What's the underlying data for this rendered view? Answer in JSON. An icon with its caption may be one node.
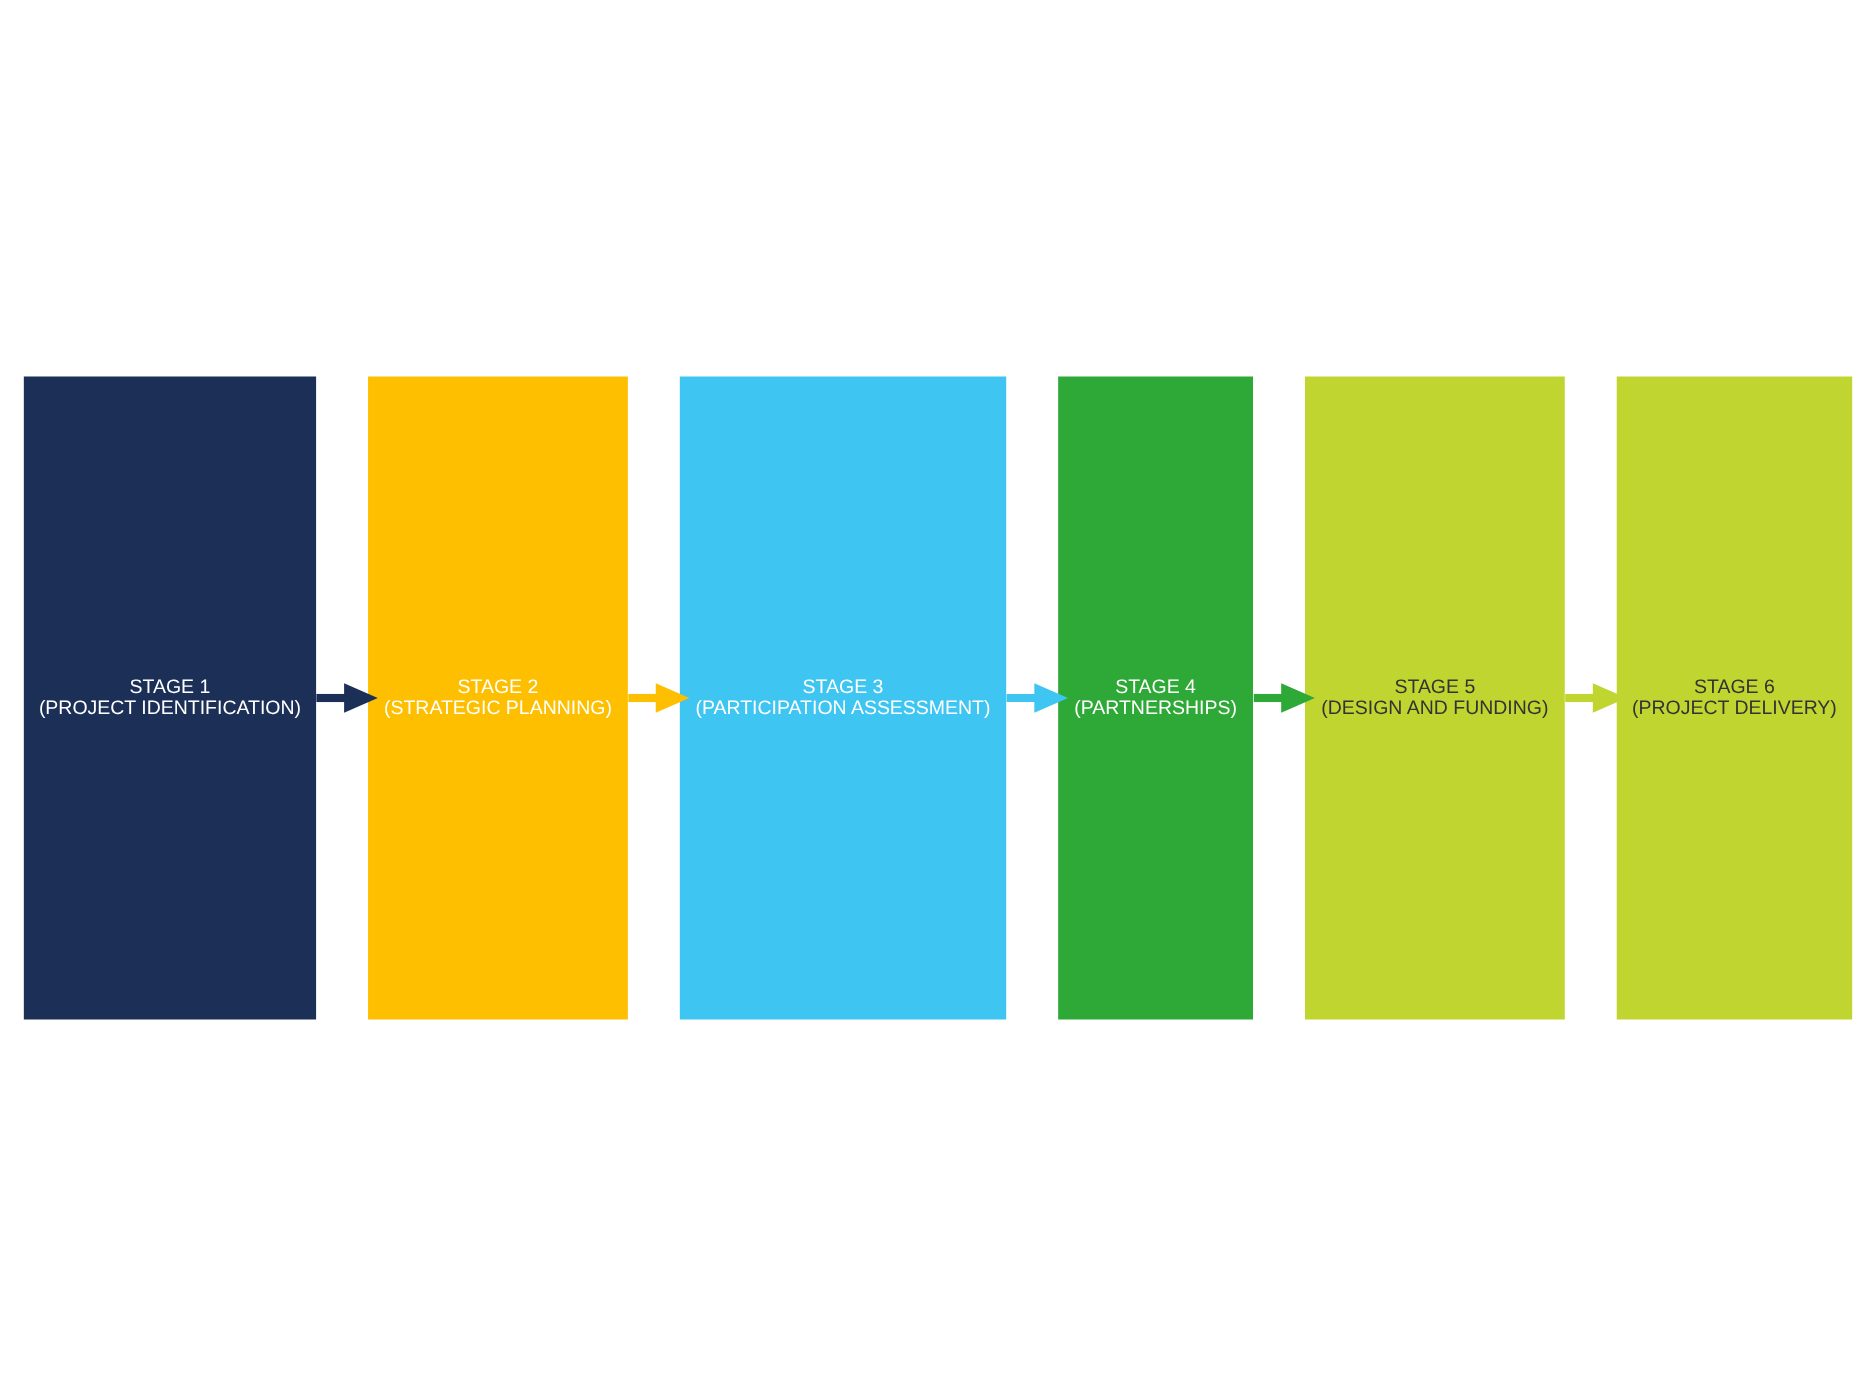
{
  "diagram": {
    "nodes": [
      {
        "text": [
          "STAGE 1",
          "(PROJECT IDENTIFICATION)"
        ]
      },
      {
        "text": [
          "STAGE 2",
          "(STRATEGIC PLANNING)"
        ]
      },
      {
        "text": [
          "STAGE 3",
          "(PARTICIPATION ASSESSMENT)"
        ]
      },
      {
        "text": [
          "STAGE 4",
          "(PARTNERSHIPS)"
        ]
      },
      {
        "text": [
          "STAGE 5",
          "(DESIGN AND FUNDING)"
        ]
      },
      {
        "text": [
          "STAGE 6",
          "(PROJECT DELIVERY)"
        ]
      }
    ],
    "edges": [
      {
        "from": 0,
        "to": 1,
        "arrow": "to",
        "color": "#1b2f57"
      },
      {
        "from": 1,
        "to": 2,
        "arrow": "to",
        "color": "#fdbf00"
      },
      {
        "from": 2,
        "to": 3,
        "arrow": "to",
        "color": "#3ec5f2"
      },
      {
        "from": 3,
        "to": 4,
        "arrow": "to",
        "color": "#2ea836"
      },
      {
        "from": 4,
        "to": 5,
        "arrow": "to",
        "color": "#c0d530"
      }
    ]
  }
}
